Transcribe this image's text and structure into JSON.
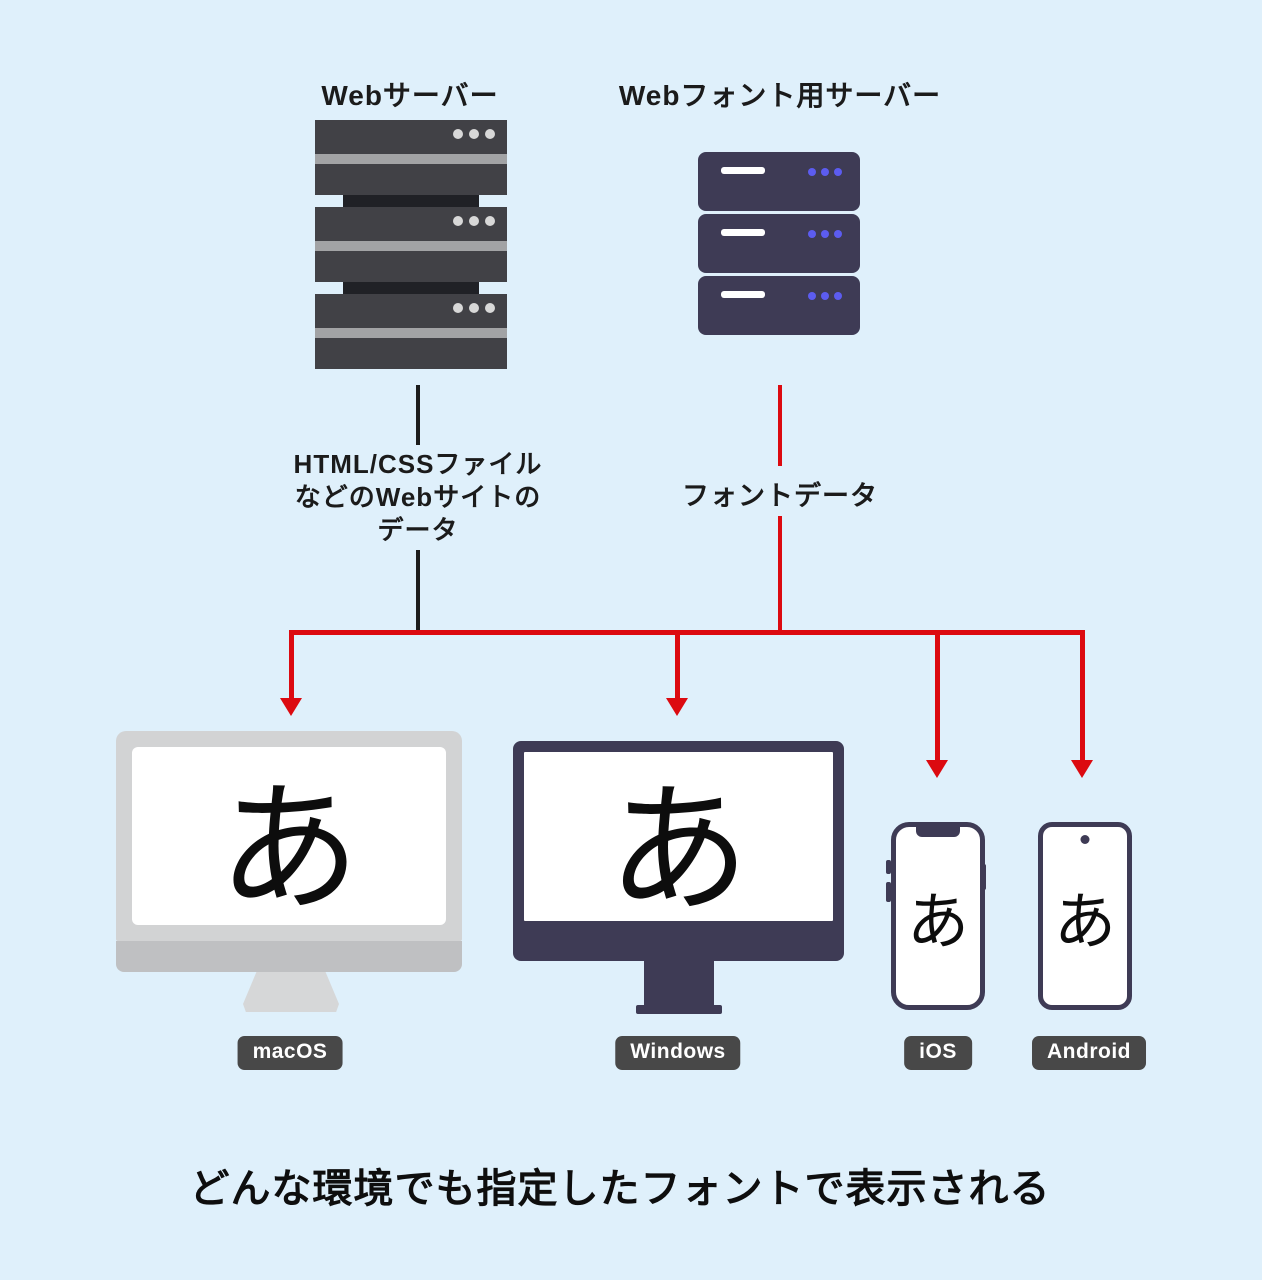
{
  "colors": {
    "background": "#dff0fb",
    "accent_red": "#dc0a10",
    "navy": "#3e3b55",
    "server_gray": "#414146",
    "server_stripe": "#a2a3a5",
    "led_blue": "#5c5cf0",
    "badge_gray": "#484848",
    "imac_gray": "#d2d3d4"
  },
  "servers": {
    "web": {
      "label": "Webサーバー"
    },
    "font": {
      "label": "Webフォント用サーバー"
    }
  },
  "flows": {
    "website_data": {
      "lines": [
        "HTML/CSSファイル",
        "などのWebサイトの",
        "データ"
      ]
    },
    "font_data": {
      "label": "フォントデータ"
    }
  },
  "devices": {
    "imac": {
      "os": "macOS",
      "glyph": "あ"
    },
    "windows": {
      "os": "Windows",
      "glyph": "あ"
    },
    "ios": {
      "os": "iOS",
      "glyph": "あ"
    },
    "android": {
      "os": "Android",
      "glyph": "あ"
    }
  },
  "caption": "どんな環境でも指定したフォントで表示される"
}
